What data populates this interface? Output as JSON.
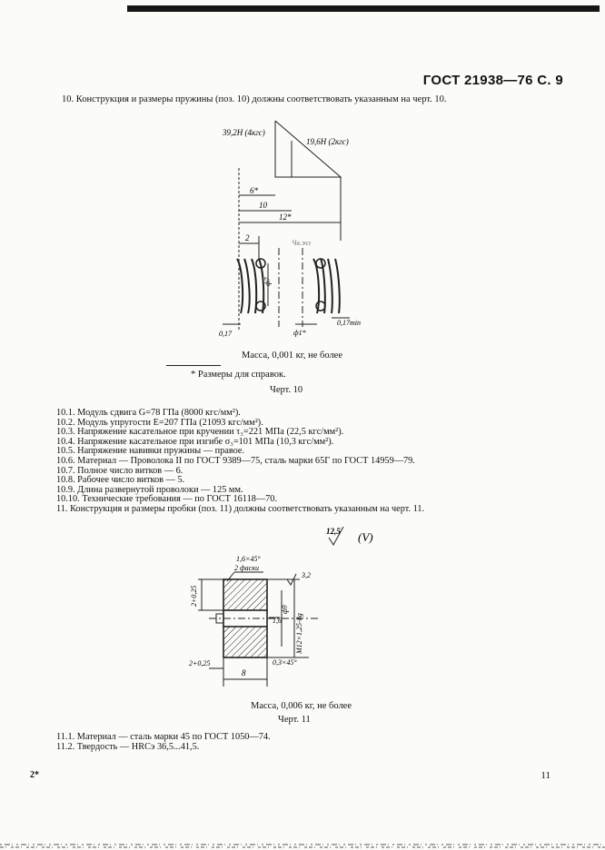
{
  "header": {
    "standard": "ГОСТ 21938—76 С. 9"
  },
  "intro": "10. Конструкция и размеры пружины (поз. 10) должны соответствовать указанным на черт. 10.",
  "drawing1": {
    "force_high": "39,2Н (4кгс)",
    "force_low": "19,6Н (2кгс)",
    "dim_6": "6*",
    "dim_10": "10",
    "dim_12": "12*",
    "dim_2": "2",
    "turns_note": "Чв.зчз",
    "dia_7": "ф7",
    "dim_017a": "0,17",
    "dia_1": "ф1*",
    "dim_017min": "0,17min"
  },
  "mass1": "Масса, 0,001 кг, не более",
  "ref_note": "* Размеры для справок.",
  "fig10": "Черт. 10",
  "specs": [
    "10.1. Модуль сдвига G=78 ГПа (8000 кгс/мм²).",
    "10.2. Модуль упругости E=207 ГПа (21093 кгс/мм²).",
    "10.3. Напряжение касательное при кручении τ₃=221 МПа (22,5 кгс/мм²).",
    "10.4. Напряжение касательное при изгибе σ₃=101 МПа (10,3 кгс/мм²).",
    "10.5. Напряжение навивки пружины — правое.",
    "10.6. Материал — Проволока II по ГОСТ 9389—75, сталь марки 65Г по ГОСТ 14959—79.",
    "10.7. Полное число витков — 6.",
    "10.8. Рабочее число витков — 5.",
    "10.9. Длина развернутой проволоки — 125 мм.",
    "10.10. Технические требования — по ГОСТ 16118—70.",
    "11. Конструкция и размеры пробки (поз. 11) должны соответствовать указанным на черт. 11."
  ],
  "drawing2": {
    "roughness": "12,5",
    "roughness_v": "(V)",
    "chamfer1": "1,6×45°",
    "chamfer1b": "2 фаски",
    "dim_3_2": "3,2",
    "dim_2_025": "2+0,25",
    "dia_9": "ф9",
    "dim_1_6": "1,6",
    "thread": "M12×1,25-8g",
    "dim_0_3": "0,3×45°",
    "dim_2_025b": "2+0,25",
    "dim_8": "8"
  },
  "mass2": "Масса, 0,006 кг, не более",
  "fig11": "Черт. 11",
  "footer": [
    "11.1. Материал — сталь марки 45 по ГОСТ 1050—74.",
    "11.2. Твердость — HRCэ 36,5...41,5."
  ],
  "page_mark": "2*",
  "page_number": "11"
}
